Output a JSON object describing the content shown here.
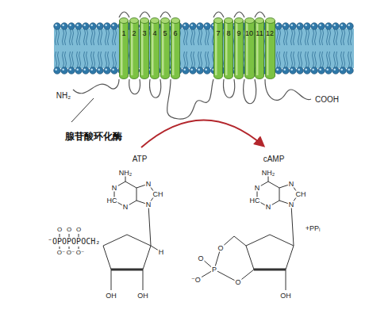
{
  "diagram": {
    "nodes": [
      {
        "text": [
          "1"
        ]
      },
      {
        "text": [
          "2"
        ]
      },
      {
        "text": [
          "3"
        ]
      },
      {
        "text": [
          "4"
        ]
      },
      {
        "text": [
          "5"
        ]
      },
      {
        "text": [
          "6"
        ]
      },
      {
        "text": [
          "7"
        ]
      },
      {
        "text": [
          "8"
        ]
      },
      {
        "text": [
          "9"
        ]
      },
      {
        "text": [
          "10"
        ]
      },
      {
        "text": [
          "11"
        ]
      },
      {
        "text": [
          "12"
        ]
      }
    ],
    "labels": [
      "NH₂",
      "COOH",
      "腺苷酸环化酶",
      "ATP",
      "cAMP",
      "NH₂",
      "N",
      "HC",
      "N",
      "N",
      "CH",
      "N",
      "⁻OPOPOPOCH₂",
      "O",
      "O",
      "O",
      "O⁻",
      "O⁻",
      "O⁻",
      "H",
      "OH",
      "OH",
      "NH₂",
      "N",
      "HC",
      "N",
      "N",
      "CH",
      "N",
      "+PPᵢ",
      "O",
      "P",
      "O",
      "⁻O",
      "O",
      "OH"
    ]
  }
}
